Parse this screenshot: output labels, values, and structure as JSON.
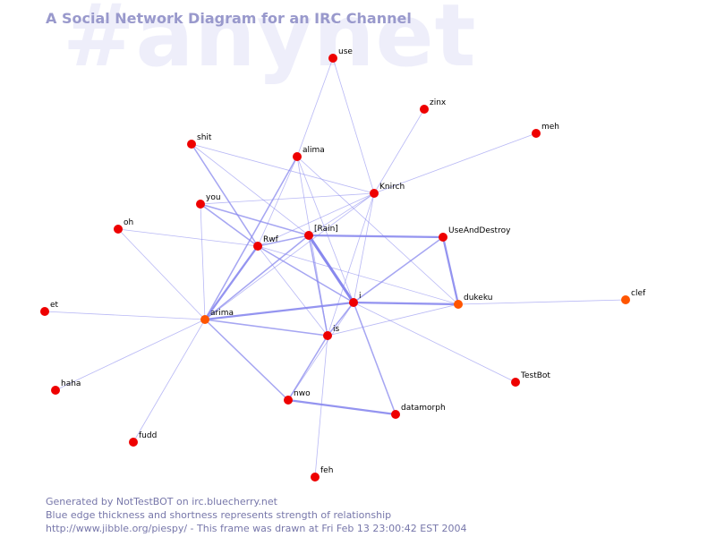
{
  "watermark": "#anynet",
  "title": "A Social Network Diagram for an IRC Channel",
  "footer": {
    "line1": "Generated by NotTestBOT on irc.bluecherry.net",
    "line2": "Blue edge thickness and shortness represents strength of relationship",
    "line3": "http://www.jibble.org/piespy/ - This frame was drawn at Fri Feb 13 23:00:42 EST 2004"
  },
  "colors": {
    "node": "#ee0000",
    "node_active": "#ff5500",
    "edge": "#8888ee"
  },
  "chart_data": {
    "type": "network",
    "nodes": [
      {
        "id": "use",
        "label": "use",
        "active": false
      },
      {
        "id": "zinx",
        "label": "zinx",
        "active": false
      },
      {
        "id": "meh",
        "label": "meh",
        "active": false
      },
      {
        "id": "shit",
        "label": "shit",
        "active": false
      },
      {
        "id": "alima",
        "label": "alima",
        "active": false
      },
      {
        "id": "Knirch",
        "label": "Knirch",
        "active": false
      },
      {
        "id": "you",
        "label": "you",
        "active": false
      },
      {
        "id": "oh",
        "label": "oh",
        "active": false
      },
      {
        "id": "Rain",
        "label": "[Rain]",
        "active": false
      },
      {
        "id": "Rwf",
        "label": "Rwf",
        "active": false
      },
      {
        "id": "UseAndDestroy",
        "label": "UseAndDestroy",
        "active": false
      },
      {
        "id": "i",
        "label": "i",
        "active": false
      },
      {
        "id": "dukeku",
        "label": "dukeku",
        "active": true
      },
      {
        "id": "clef",
        "label": "clef",
        "active": true
      },
      {
        "id": "et",
        "label": "et",
        "active": false
      },
      {
        "id": "arima",
        "label": "arima",
        "active": true
      },
      {
        "id": "is",
        "label": "is",
        "active": false
      },
      {
        "id": "TestBot",
        "label": "TestBot",
        "active": false
      },
      {
        "id": "haha",
        "label": "haha",
        "active": false
      },
      {
        "id": "nwo",
        "label": "nwo",
        "active": false
      },
      {
        "id": "datamorph",
        "label": "datamorph",
        "active": false
      },
      {
        "id": "fudd",
        "label": "fudd",
        "active": false
      },
      {
        "id": "feh",
        "label": "feh",
        "active": false
      }
    ],
    "edges": [
      {
        "source": "use",
        "target": "alima",
        "weight": 1
      },
      {
        "source": "use",
        "target": "Knirch",
        "weight": 1
      },
      {
        "source": "zinx",
        "target": "Knirch",
        "weight": 1
      },
      {
        "source": "meh",
        "target": "Knirch",
        "weight": 1
      },
      {
        "source": "shit",
        "target": "Knirch",
        "weight": 1
      },
      {
        "source": "shit",
        "target": "Rwf",
        "weight": 2
      },
      {
        "source": "shit",
        "target": "Rain",
        "weight": 1
      },
      {
        "source": "alima",
        "target": "Rwf",
        "weight": 1
      },
      {
        "source": "alima",
        "target": "arima",
        "weight": 2
      },
      {
        "source": "alima",
        "target": "is",
        "weight": 1
      },
      {
        "source": "alima",
        "target": "i",
        "weight": 1
      },
      {
        "source": "alima",
        "target": "dukeku",
        "weight": 1
      },
      {
        "source": "Knirch",
        "target": "you",
        "weight": 1
      },
      {
        "source": "Knirch",
        "target": "Rwf",
        "weight": 1
      },
      {
        "source": "Knirch",
        "target": "Rain",
        "weight": 1
      },
      {
        "source": "Knirch",
        "target": "i",
        "weight": 1
      },
      {
        "source": "Knirch",
        "target": "is",
        "weight": 1
      },
      {
        "source": "Knirch",
        "target": "arima",
        "weight": 1
      },
      {
        "source": "you",
        "target": "Rain",
        "weight": 2
      },
      {
        "source": "you",
        "target": "Rwf",
        "weight": 2
      },
      {
        "source": "you",
        "target": "arima",
        "weight": 1
      },
      {
        "source": "oh",
        "target": "Rwf",
        "weight": 1
      },
      {
        "source": "oh",
        "target": "arima",
        "weight": 1
      },
      {
        "source": "Rain",
        "target": "UseAndDestroy",
        "weight": 3
      },
      {
        "source": "Rain",
        "target": "i",
        "weight": 4
      },
      {
        "source": "Rain",
        "target": "is",
        "weight": 2
      },
      {
        "source": "Rain",
        "target": "arima",
        "weight": 2
      },
      {
        "source": "Rain",
        "target": "Rwf",
        "weight": 2
      },
      {
        "source": "Rwf",
        "target": "i",
        "weight": 2
      },
      {
        "source": "Rwf",
        "target": "arima",
        "weight": 3
      },
      {
        "source": "Rwf",
        "target": "is",
        "weight": 1
      },
      {
        "source": "Rwf",
        "target": "dukeku",
        "weight": 1
      },
      {
        "source": "UseAndDestroy",
        "target": "i",
        "weight": 2
      },
      {
        "source": "UseAndDestroy",
        "target": "dukeku",
        "weight": 3
      },
      {
        "source": "i",
        "target": "dukeku",
        "weight": 3
      },
      {
        "source": "i",
        "target": "arima",
        "weight": 3
      },
      {
        "source": "i",
        "target": "is",
        "weight": 2
      },
      {
        "source": "i",
        "target": "TestBot",
        "weight": 1
      },
      {
        "source": "i",
        "target": "datamorph",
        "weight": 2
      },
      {
        "source": "i",
        "target": "nwo",
        "weight": 1
      },
      {
        "source": "dukeku",
        "target": "clef",
        "weight": 1
      },
      {
        "source": "dukeku",
        "target": "is",
        "weight": 1
      },
      {
        "source": "et",
        "target": "arima",
        "weight": 1
      },
      {
        "source": "arima",
        "target": "is",
        "weight": 2
      },
      {
        "source": "arima",
        "target": "nwo",
        "weight": 2
      },
      {
        "source": "arima",
        "target": "haha",
        "weight": 1
      },
      {
        "source": "arima",
        "target": "fudd",
        "weight": 1
      },
      {
        "source": "is",
        "target": "nwo",
        "weight": 2
      },
      {
        "source": "is",
        "target": "feh",
        "weight": 1
      },
      {
        "source": "nwo",
        "target": "datamorph",
        "weight": 3
      }
    ]
  }
}
